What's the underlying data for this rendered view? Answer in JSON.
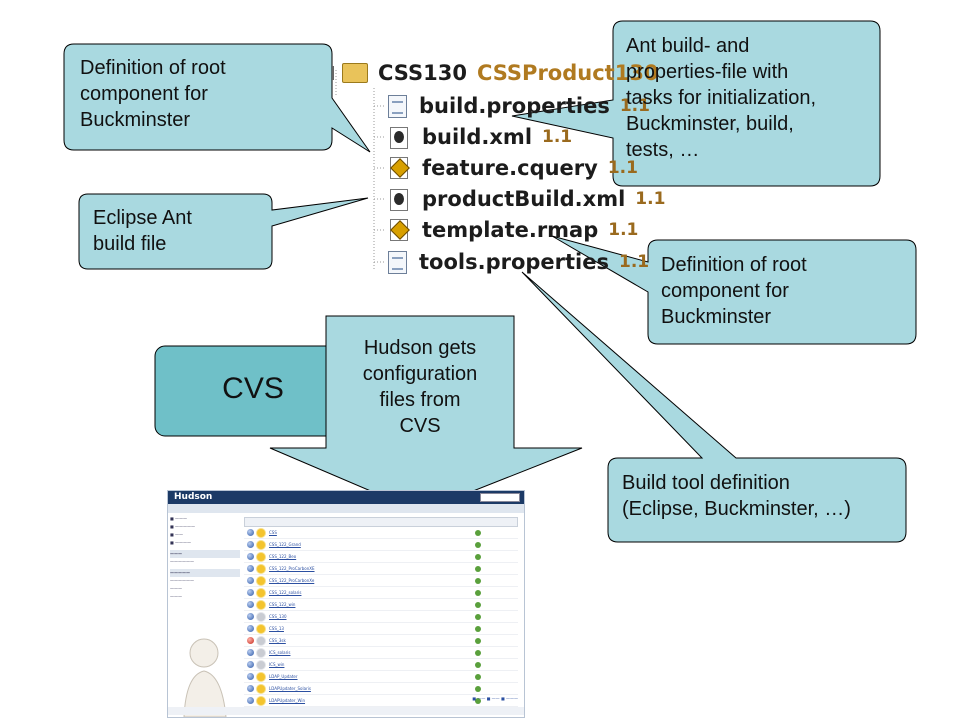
{
  "callouts": {
    "root_left": [
      "Definition of root",
      "component for",
      "Buckminster"
    ],
    "ant_top": [
      "Ant build- and",
      "properties-file with",
      "tasks for initialization,",
      "Buckminster, build,",
      "tests, …"
    ],
    "eclipse_ant": [
      "Eclipse Ant",
      "build file"
    ],
    "root_right": [
      "Definition of root",
      "component for",
      "Buckminster"
    ],
    "hudson_gets": [
      "Hudson gets",
      "configuration",
      "files from",
      "CVS"
    ],
    "build_tool": [
      "Build tool definition",
      "(Eclipse, Buckminster, …)"
    ]
  },
  "cvs_box": {
    "label": "CVS"
  },
  "tree": {
    "root_name": "CSS130",
    "root_product": "CSSProduct130",
    "items": [
      {
        "name": "build.properties",
        "version": "1.1",
        "icon": "properties-file-icon"
      },
      {
        "name": "build.xml",
        "version": "1.1",
        "icon": "ant-file-icon"
      },
      {
        "name": "feature.cquery",
        "version": "1.1",
        "icon": "buckminster-file-icon"
      },
      {
        "name": "productBuild.xml",
        "version": "1.1",
        "icon": "ant-file-icon"
      },
      {
        "name": "template.rmap",
        "version": "1.1",
        "icon": "buckminster-file-icon"
      },
      {
        "name": "tools.properties",
        "version": "1.1",
        "icon": "properties-file-icon"
      }
    ]
  },
  "hudson": {
    "title": "Hudson",
    "rows": [
      {
        "job": "CSS",
        "status": "blue",
        "weather": "sun"
      },
      {
        "job": "CSS_122_Grand",
        "status": "blue",
        "weather": "sun"
      },
      {
        "job": "CSS_122_Beo",
        "status": "blue",
        "weather": "sun"
      },
      {
        "job": "CSS_122_ProCarbonXE",
        "status": "blue",
        "weather": "sun"
      },
      {
        "job": "CSS_122_ProCarbonXe",
        "status": "blue",
        "weather": "sun"
      },
      {
        "job": "CSS_122_solaris",
        "status": "blue",
        "weather": "sun"
      },
      {
        "job": "CSS_122_win",
        "status": "blue",
        "weather": "sun"
      },
      {
        "job": "CSS_130",
        "status": "blue",
        "weather": "cloud"
      },
      {
        "job": "CSS_13",
        "status": "blue",
        "weather": "sun"
      },
      {
        "job": "CSS_3sk",
        "status": "red",
        "weather": "cloud"
      },
      {
        "job": "ICS_solaris",
        "status": "blue",
        "weather": "cloud"
      },
      {
        "job": "ICS_win",
        "status": "blue",
        "weather": "cloud"
      },
      {
        "job": "LDAP_Updater",
        "status": "blue",
        "weather": "sun"
      },
      {
        "job": "LDAPUpdater_Solaris",
        "status": "blue",
        "weather": "sun"
      },
      {
        "job": "LDAPUpdater_Win",
        "status": "blue",
        "weather": "sun"
      }
    ]
  },
  "colors": {
    "callout_fill": "#a9d9e0",
    "callout_stroke": "#000000",
    "cvs_fill": "#6fc0c8"
  }
}
